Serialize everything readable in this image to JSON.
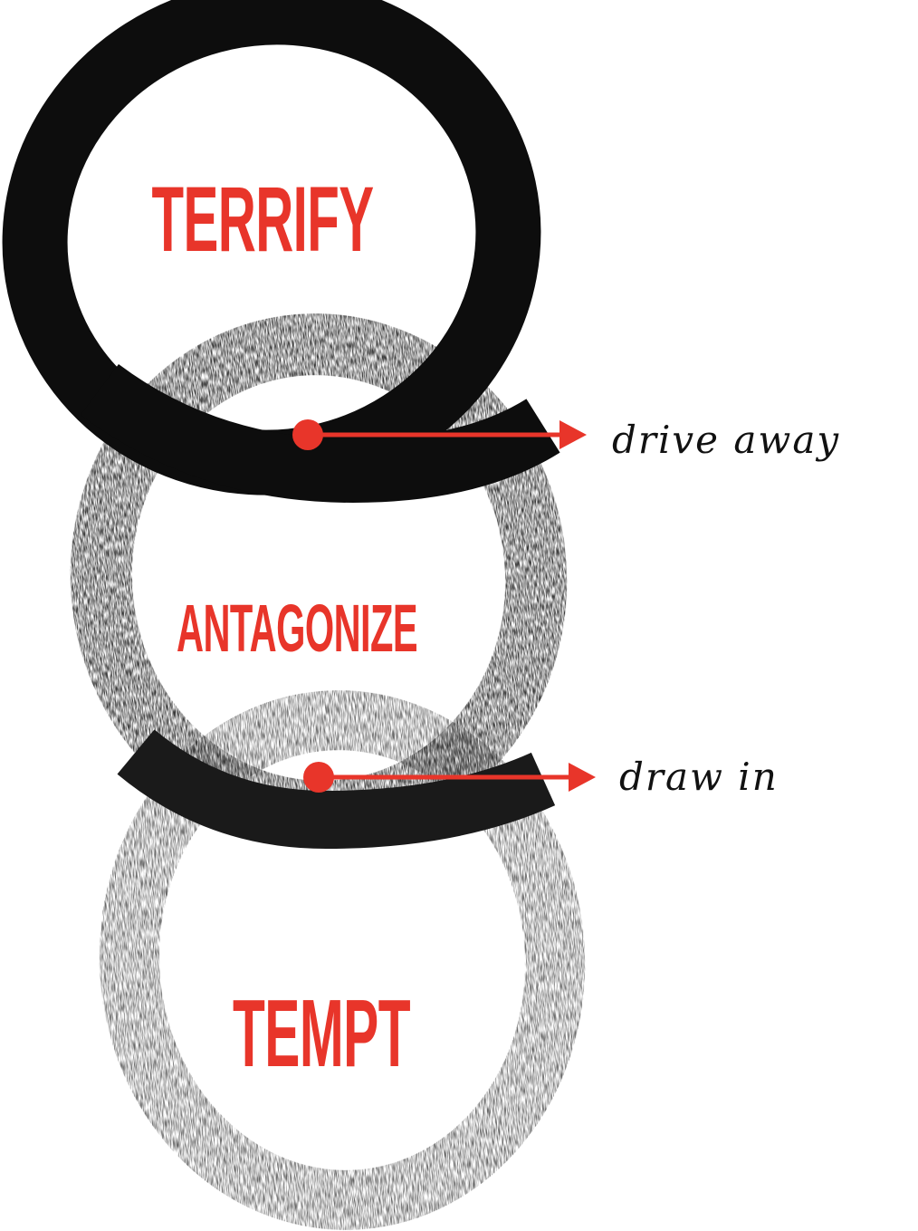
{
  "colors": {
    "accent_red": "#e8352a",
    "ink_black": "#0d0d0d",
    "ink_dark_gray": "#2a2a2a",
    "ink_mid_gray": "#5a5a5a",
    "background": "#ffffff"
  },
  "rings": [
    {
      "label": "TERRIFY"
    },
    {
      "label": "ANTAGONIZE"
    },
    {
      "label": "TEMPT"
    }
  ],
  "annotations": [
    {
      "label": "drive away"
    },
    {
      "label": "draw in"
    }
  ]
}
